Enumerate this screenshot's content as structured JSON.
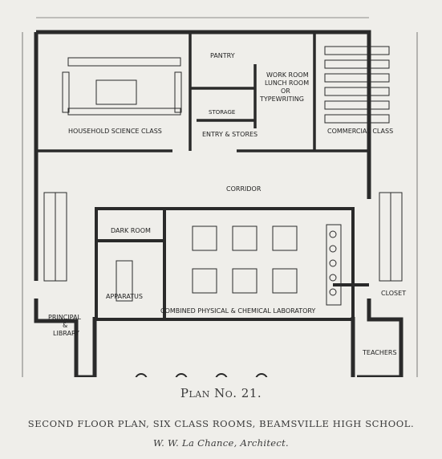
{
  "plan": {
    "title": "Plan No. 21.",
    "subtitle": "SECOND FLOOR PLAN, SIX CLASS ROOMS, BEAMSVILLE HIGH SCHOOL.",
    "architect": "W. W. La Chance, Architect."
  },
  "rooms": {
    "pantry": "PANTRY",
    "work_room": "WORK ROOM",
    "lunch_room": "LUNCH ROOM",
    "or": "OR",
    "typewriting": "TYPEWRITING",
    "household": "HOUSEHOLD SCIENCE CLASS",
    "storage": "STORAGE",
    "entry_stores": "ENTRY & STORES",
    "commercial": "COMMERCIAL CLASS",
    "corridor": "CORRIDOR",
    "dark_room": "DARK ROOM",
    "apparatus": "APPARATUS",
    "laboratory": "COMBINED PHYSICAL & CHEMICAL LABORATORY",
    "principal": "PRINCIPAL",
    "amp": "&",
    "library": "LIBRARY",
    "closet": "CLOSET",
    "teachers": "TEACHERS"
  },
  "colors": {
    "ink": "#2a2a2a",
    "paper": "#efeeea"
  }
}
